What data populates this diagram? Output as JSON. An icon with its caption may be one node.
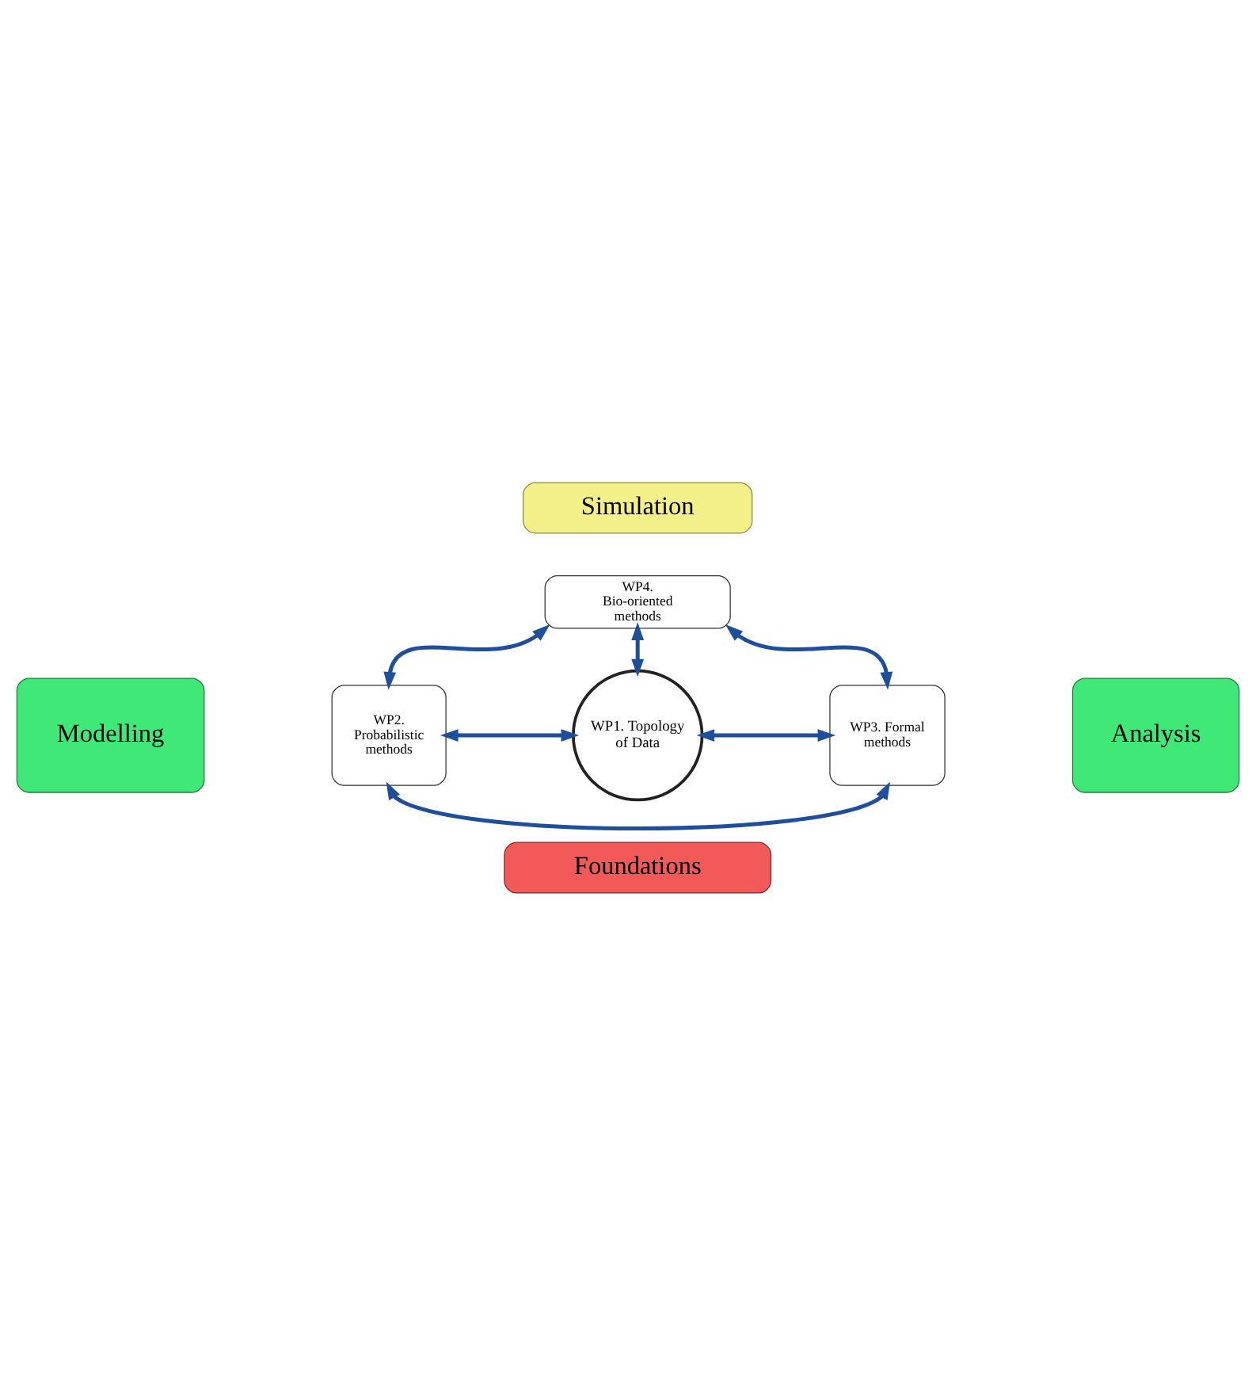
{
  "diagram": {
    "nodes": [
      {
        "text": [
          "Simulation"
        ]
      },
      {
        "text": [
          "Modelling"
        ]
      },
      {
        "text": [
          "WP4. Bio-oriented methods"
        ]
      },
      {
        "text": [
          "Analysis"
        ]
      },
      {
        "text": [
          "WP1. Topology of Data"
        ]
      },
      {
        "text": [
          "WP2. Probabilistic methods"
        ]
      },
      {
        "text": [
          "WP3. Formal methods"
        ]
      },
      {
        "text": [
          "Foundations"
        ]
      }
    ],
    "edges": [
      {
        "from": 2,
        "to": 4,
        "arrow": "both"
      },
      {
        "from": 2,
        "to": 5,
        "arrow": "both"
      },
      {
        "from": 2,
        "to": 6,
        "arrow": "both"
      },
      {
        "from": 5,
        "to": 4,
        "arrow": "both"
      },
      {
        "from": 4,
        "to": 6,
        "arrow": "both"
      },
      {
        "from": 5,
        "to": 6,
        "arrow": "both"
      }
    ]
  }
}
